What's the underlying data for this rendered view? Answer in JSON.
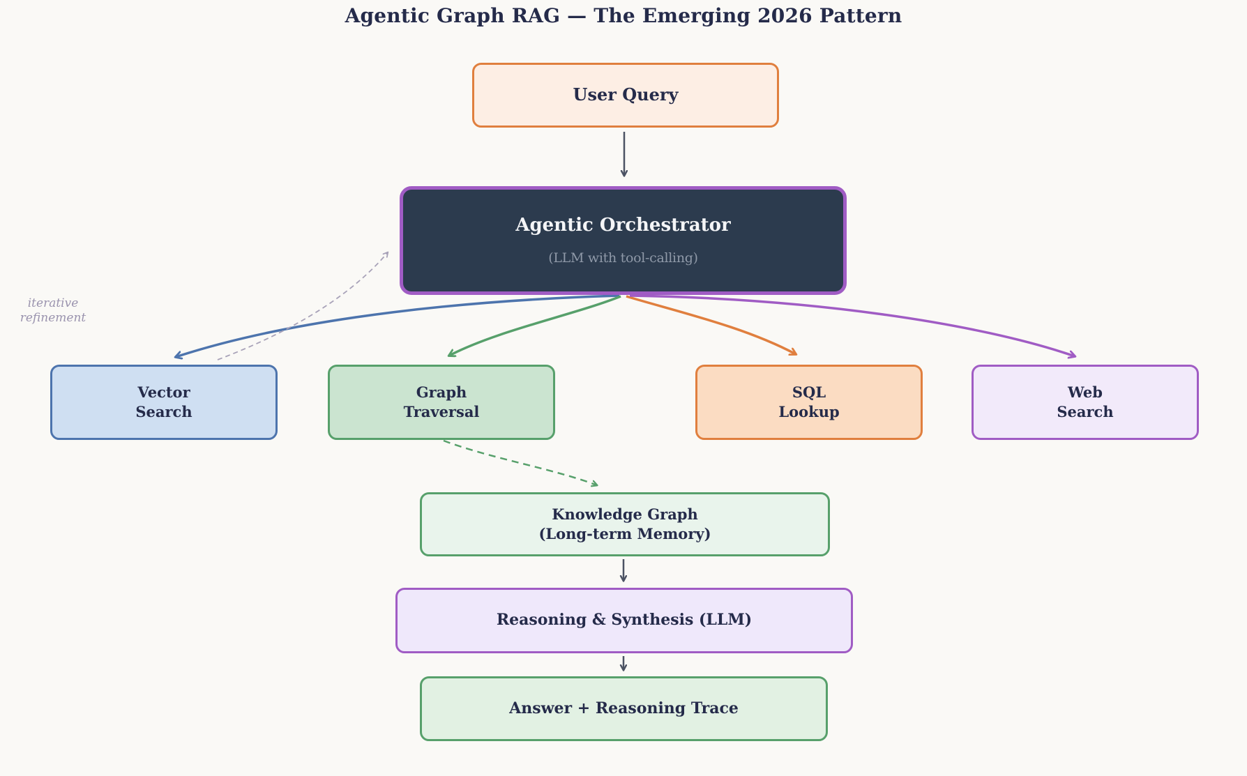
{
  "title": "Agentic Graph RAG — The Emerging 2026 Pattern",
  "nodes": {
    "user_query": {
      "label": "User Query"
    },
    "orchestrator": {
      "title": "Agentic Orchestrator",
      "subtitle": "(LLM with tool-calling)"
    },
    "vector_search": {
      "label": "Vector\nSearch"
    },
    "graph_traversal": {
      "label": "Graph\nTraversal"
    },
    "sql_lookup": {
      "label": "SQL\nLookup"
    },
    "web_search": {
      "label": "Web\nSearch"
    },
    "knowledge_graph": {
      "label": "Knowledge Graph\n(Long-term Memory)"
    },
    "reasoning": {
      "label": "Reasoning & Synthesis (LLM)"
    },
    "answer": {
      "label": "Answer + Reasoning Trace"
    }
  },
  "edge_labels": {
    "iterative_refinement": "iterative\nrefinement"
  },
  "colors": {
    "background": "#faf9f6",
    "text-dark": "#252b4a",
    "orange": "#e07f3e",
    "orange-fill": "#fdeee4",
    "orange-fill-deep": "#fbdcc2",
    "purple": "#a05cc4",
    "purple-fill": "#f2eafa",
    "purple-fill-soft": "#efe8fb",
    "blue": "#4d74ad",
    "blue-fill": "#cfdff2",
    "green": "#57a06b",
    "green-fill": "#cbe4d0",
    "green-fill-soft": "#e9f4ec",
    "green-fill-pale": "#e2f1e3",
    "navy-fill": "#2c3b4e",
    "subtitle-gray": "#8f99a8",
    "slate-arrow": "#4b5263",
    "dashed-gray": "#a8a2b8",
    "label-gray": "#9a93ae"
  }
}
